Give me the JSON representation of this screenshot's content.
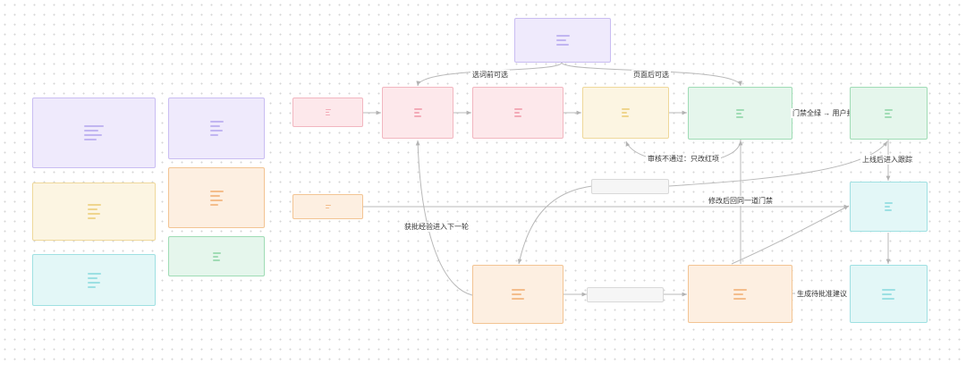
{
  "edge_labels": {
    "pre_select": "选词前可选",
    "post_select": "页面后可选",
    "review_fail": "审核不通过：只改红项",
    "full_green": "门禁全绿 → 用户批准",
    "online_tracking": "上线后进入跟踪",
    "revise_return": "修改后回同一道门禁",
    "approved_next_round": "获批经验进入下一轮",
    "generate_suggestion": "生成待批准建议"
  },
  "colors": {
    "purple_fill": "#efeafc",
    "pink_fill": "#fde8eb",
    "yellow_fill": "#fcf5e2",
    "orange_fill": "#fdefe1",
    "green_fill": "#e5f6ec",
    "cyan_fill": "#e3f7f7",
    "edge_stroke": "#b8b8b8"
  },
  "icons": {
    "node_placeholder": "text-lines-icon"
  }
}
